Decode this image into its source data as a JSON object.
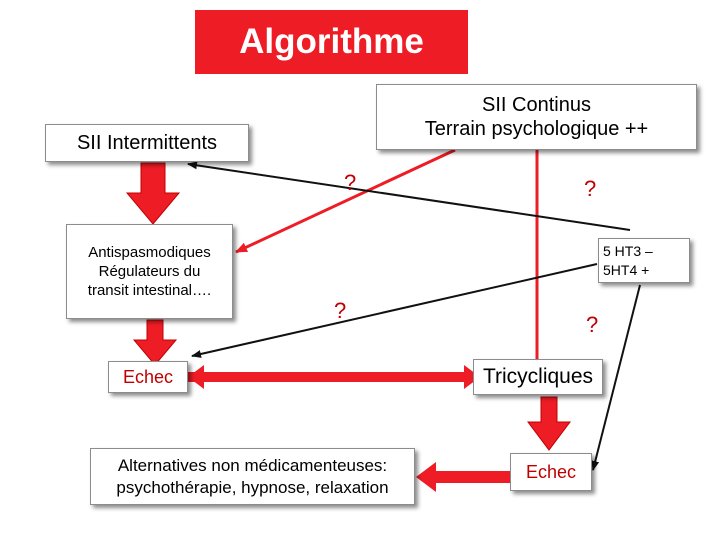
{
  "title": "Algorithme",
  "nodes": {
    "sii_continus_line1": "SII Continus",
    "sii_continus_line2": "Terrain psychologique ++",
    "sii_intermittents": "SII Intermittents",
    "antispasmodiques_line1": "Antispasmodiques",
    "antispasmodiques_line2": "Régulateurs du",
    "antispasmodiques_line3": "transit intestinal….",
    "ht_line1": "5 HT3 –",
    "ht_line2": "5HT4 +",
    "echec_left": "Echec",
    "tricycliques": "Tricycliques",
    "alternatives_line1": "Alternatives non médicamenteuses:",
    "alternatives_line2": "psychothérapie, hypnose, relaxation",
    "echec_right": "Echec"
  },
  "questions": {
    "q1": "?",
    "q2": "?",
    "q3": "?",
    "q4": "?"
  },
  "colors": {
    "accent_red": "#ee1c25",
    "arrow_dark": "#111111",
    "box_border": "#8c8c8c"
  }
}
